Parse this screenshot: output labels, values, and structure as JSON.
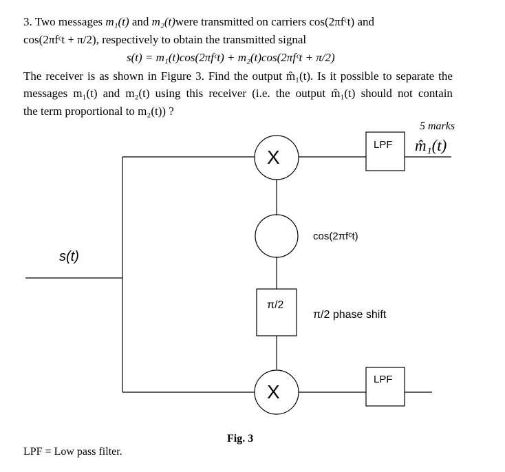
{
  "question": {
    "line1_prefix": "3. Two messages ",
    "m1t": "m₁(t)",
    "and": " and ",
    "m2t": "m₂(t)",
    "line1_mid": "were transmitted on carriers ",
    "carrier1": "cos(2πfᶜt)",
    "line1_end": " and",
    "carrier2": "cos(2πfᶜt + π/2)",
    "line2_rest": ", respectively to obtain the transmitted signal",
    "equation": "s(t) = m₁(t)cos(2πfᶜt) + m₂(t)cos(2πfᶜt + π/2)",
    "line4": [
      "The",
      "receiver",
      "is",
      "as",
      "shown",
      "in",
      "Figure",
      "3.",
      "Find",
      "the",
      "output",
      "m̂₁(t).",
      "Is",
      "it",
      "possible",
      "to",
      "separate",
      "the"
    ],
    "line5": [
      "messages",
      "m₁(t)",
      "and",
      "m₂(t)",
      "using",
      "this",
      "receiver",
      "(i.e.",
      "the",
      "output",
      "m̂₁(t)",
      "should",
      "not",
      "contain"
    ],
    "line6": "the term proportional to m₂(t)) ?",
    "marks": "5 marks"
  },
  "diagram": {
    "input_label": "s(t)",
    "mixer_top": "X",
    "mixer_bottom": "X",
    "lpf_top": "LPF",
    "lpf_bottom": "LPF",
    "output_top": "m̂₁(t)",
    "oscillator_label": "cos(2πfᶜt)",
    "phase_box": "π/2",
    "phase_label": "π/2 phase shift",
    "caption": "Fig. 3"
  },
  "footnote": "LPF = Low pass filter."
}
